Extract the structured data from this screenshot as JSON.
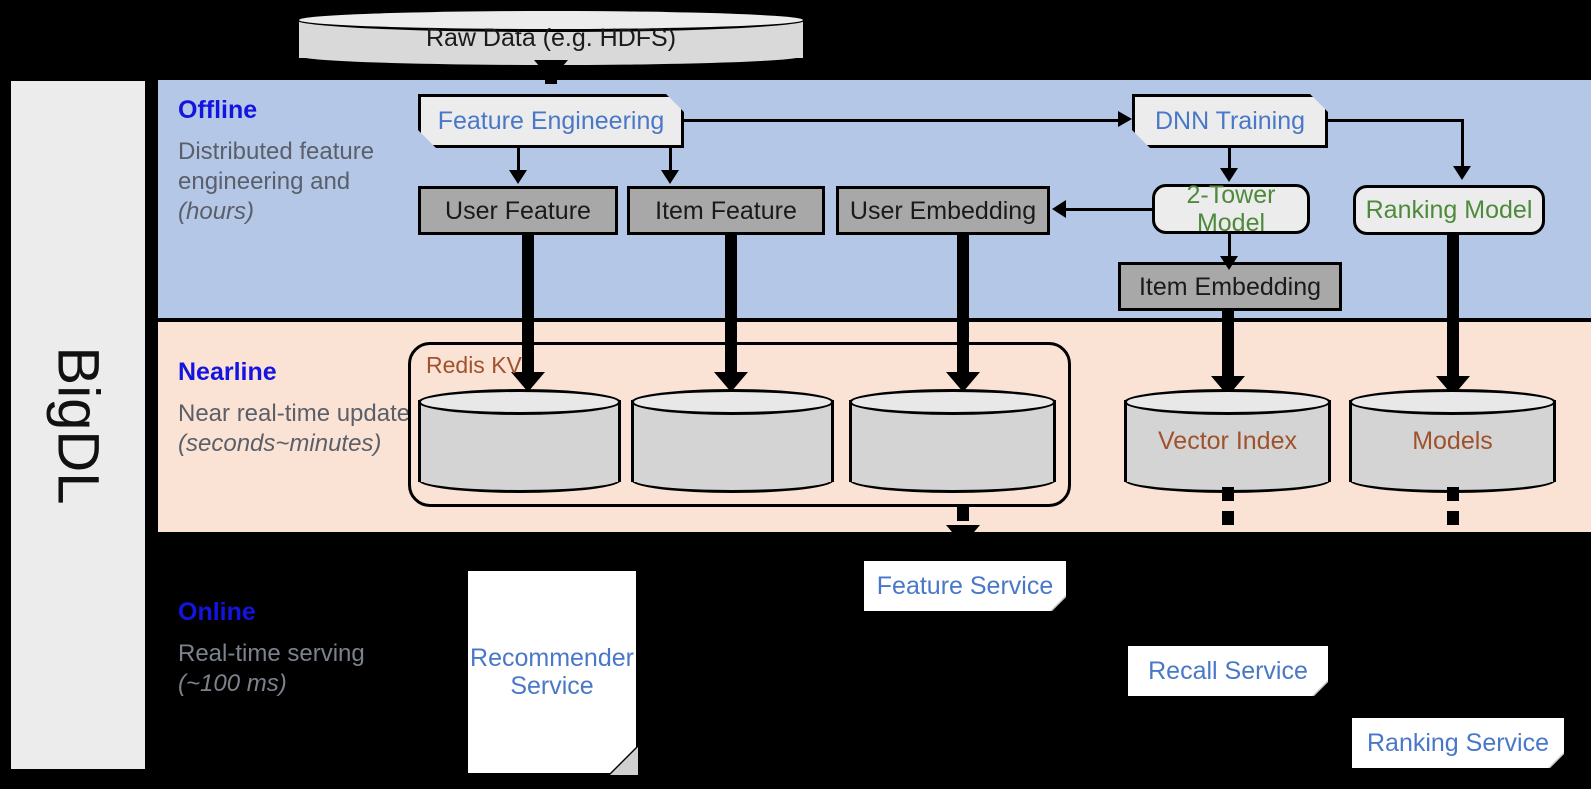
{
  "framework": {
    "name": "BigDL"
  },
  "source": {
    "label": "Raw Data (e.g. HDFS)"
  },
  "sections": [
    {
      "id": "offline",
      "title": "Offline",
      "subtitle": "Distributed feature engineering and ",
      "subtitle_italic": "(hours)"
    },
    {
      "id": "nearline",
      "title": "Nearline",
      "subtitle": "Near real-time update ",
      "subtitle_italic": "(seconds~minutes)"
    },
    {
      "id": "online",
      "title": "Online",
      "subtitle": "Real-time serving ",
      "subtitle_italic": "(~100 ms)"
    }
  ],
  "offline": {
    "feature_engineering": "Feature Engineering",
    "dnn_training": "DNN Training",
    "user_feature": "User Feature",
    "item_feature": "Item Feature",
    "user_embedding": "User Embedding",
    "two_tower_model": "2-Tower Model",
    "ranking_model": "Ranking Model",
    "item_embedding": "Item Embedding"
  },
  "nearline": {
    "redis_kv": "Redis KV",
    "stores": [
      "",
      "",
      ""
    ],
    "vector_index": "Vector Index",
    "models": "Models"
  },
  "online": {
    "recommender_service": "Recommender Service",
    "feature_service": "Feature Service",
    "recall_service": "Recall Service",
    "ranking_service": "Ranking Service"
  },
  "colors": {
    "offline_band": "#b4c7e7",
    "nearline_band": "#fae3d4",
    "online_band": "#000000",
    "section_title": "#1414e0",
    "process_text": "#4a78c8",
    "model_text": "#4e8a3c",
    "store_text": "#a0522d",
    "data_box": "#a8a8a8"
  }
}
